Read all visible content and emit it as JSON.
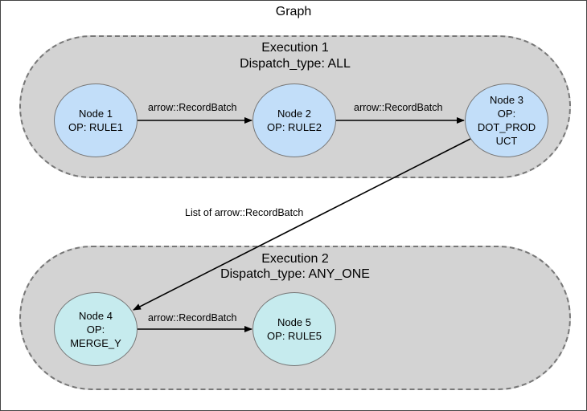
{
  "title": "Graph",
  "colors": {
    "group_fill": "#d3d3d3",
    "group1_node_fill": "#c2def9",
    "group2_node_fill": "#c6ebee",
    "edge": "#000000"
  },
  "groups": [
    {
      "name": "Execution 1",
      "dispatch": "Dispatch_type: ALL"
    },
    {
      "name": "Execution 2",
      "dispatch": "Dispatch_type: ANY_ONE"
    }
  ],
  "nodes": [
    {
      "id": "node1",
      "lines": [
        "Node 1",
        "OP: RULE1"
      ]
    },
    {
      "id": "node2",
      "lines": [
        "Node 2",
        "OP: RULE2"
      ]
    },
    {
      "id": "node3",
      "lines": [
        "Node 3",
        "OP:",
        "DOT_PROD",
        "UCT"
      ]
    },
    {
      "id": "node4",
      "lines": [
        "Node 4",
        "OP:",
        "MERGE_Y"
      ]
    },
    {
      "id": "node5",
      "lines": [
        "Node 5",
        "OP: RULE5"
      ]
    }
  ],
  "edges": [
    {
      "from": "node1",
      "to": "node2",
      "label": "arrow::RecordBatch"
    },
    {
      "from": "node2",
      "to": "node3",
      "label": "arrow::RecordBatch"
    },
    {
      "from": "node3",
      "to": "node4",
      "label": "List of arrow::RecordBatch"
    },
    {
      "from": "node4",
      "to": "node5",
      "label": "arrow::RecordBatch"
    }
  ]
}
